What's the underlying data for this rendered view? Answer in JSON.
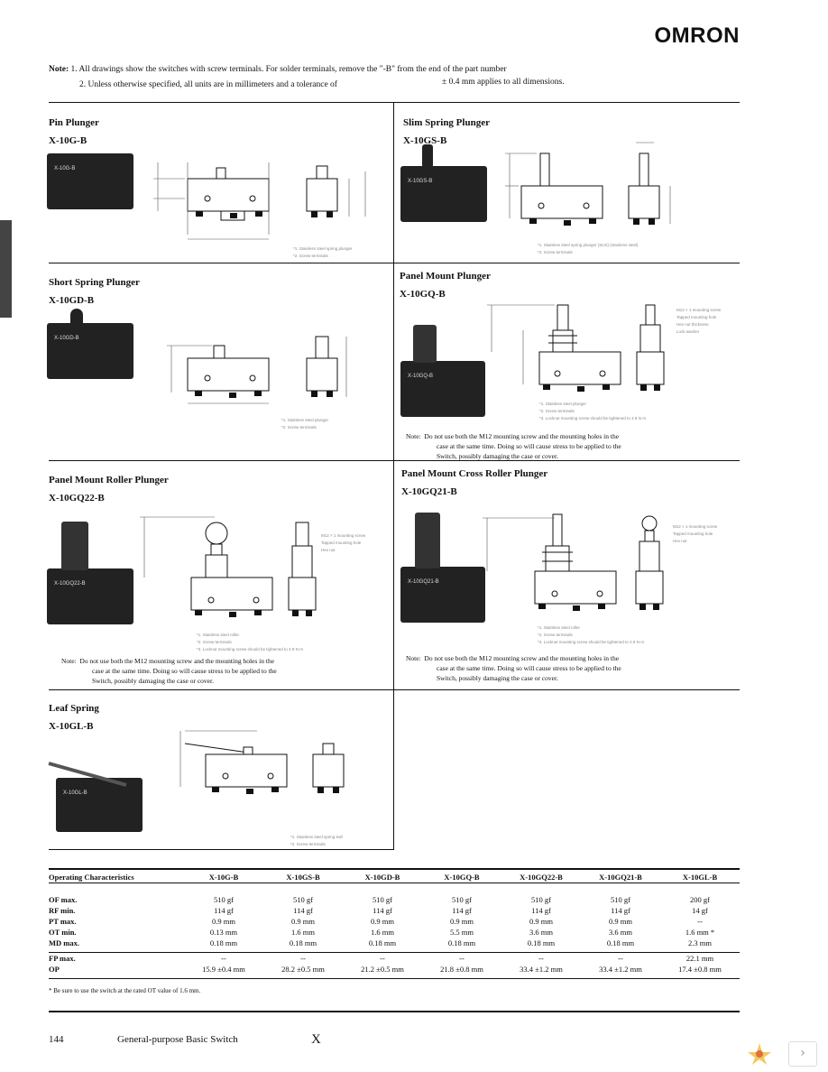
{
  "brand": "OMRON",
  "notes": {
    "label": "Note:",
    "line1": "1. All drawings show the switches with screw terminals. For solder terminals, remove the \"-B\" from the end of the part number",
    "line2a": "2. Unless otherwise specified, all units are in millimeters and a tolerance of",
    "line2b": "± 0.4 mm applies to all dimensions."
  },
  "sections": [
    {
      "title": "Pin Plunger",
      "part": "X-10G-B",
      "photo_label": "X-10G-B",
      "footnotes": [
        "*1. Stainless steel spring plunger",
        "*2. Screw terminals"
      ]
    },
    {
      "title": "Slim Spring Plunger",
      "part": "X-10GS-B",
      "photo_label": "X-10GS-B",
      "footnotes": [
        "*1. Stainless steel spring plunger (SUS) (stainless steel)",
        "*2. Screw terminals"
      ]
    },
    {
      "title": "Short Spring Plunger",
      "part": "X-10GD-B",
      "photo_label": "X-10GD-B",
      "footnotes": [
        "*1. Stainless steel plunger",
        "*2. Screw terminals"
      ]
    },
    {
      "title": "Panel Mount Plunger",
      "part": "X-10GQ-B",
      "photo_label": "X-10GQ-B",
      "footnotes": [
        "*1. Stainless steel plunger",
        "*2. Screw terminals",
        "*3. Locknut mounting screw should be tightened to 4.9 N·m"
      ]
    },
    {
      "title": "Panel Mount Roller Plunger",
      "part": "X-10GQ22-B",
      "photo_label": "X-10GQ22-B",
      "footnotes": [
        "*1. Stainless steel roller",
        "*2. Screw terminals",
        "*3. Locknut mounting screw should be tightened to 4.9 N·m"
      ]
    },
    {
      "title": "Panel Mount Cross Roller Plunger",
      "part": "X-10GQ21-B",
      "photo_label": "X-10GQ21-B",
      "footnotes": [
        "*1. Stainless steel roller",
        "*2. Screw terminals",
        "*3. Locknut mounting screw should be tightened to 4.9 N·m"
      ]
    },
    {
      "title": "Leaf Spring",
      "part": "X-10GL-B",
      "photo_label": "X-10GL-B",
      "footnotes": [
        "*1. Stainless steel spring leaf",
        "*2. Screw terminals"
      ]
    }
  ],
  "warning": {
    "label": "Note:",
    "line1": "Do not use both the M12 mounting screw and the mounting holes in the",
    "line2": "case at the same time. Doing so will cause stress to be applied to the",
    "line3": "Switch, possibly damaging the case or cover."
  },
  "table": {
    "headers": [
      "Operating Characteristics",
      "X-10G-B",
      "X-10GS-B",
      "X-10GD-B",
      "X-10GQ-B",
      "X-10GQ22-B",
      "X-10GQ21-B",
      "X-10GL-B"
    ],
    "rows": [
      {
        "label": "OF max.",
        "values": [
          "510 gf",
          "510 gf",
          "510 gf",
          "510 gf",
          "510 gf",
          "510 gf",
          "200 gf"
        ]
      },
      {
        "label": "RF min.",
        "values": [
          "114 gf",
          "114 gf",
          "114 gf",
          "114 gf",
          "114 gf",
          "114 gf",
          "14 gf"
        ]
      },
      {
        "label": "PT max.",
        "values": [
          "0.9 mm",
          "0.9 mm",
          "0.9 mm",
          "0.9 mm",
          "0.9 mm",
          "0.9 mm",
          "--"
        ]
      },
      {
        "label": "OT min.",
        "values": [
          "0.13 mm",
          "1.6 mm",
          "1.6 mm",
          "5.5 mm",
          "3.6 mm",
          "3.6 mm",
          "1.6 mm *"
        ]
      },
      {
        "label": "MD max.",
        "values": [
          "0.18 mm",
          "0.18 mm",
          "0.18 mm",
          "0.18 mm",
          "0.18 mm",
          "0.18 mm",
          "2.3 mm"
        ]
      },
      {
        "label": "FP max.",
        "values": [
          "--",
          "--",
          "--",
          "--",
          "--",
          "--",
          "22.1 mm"
        ]
      },
      {
        "label": "OP",
        "values": [
          "15.9 ±0.4 mm",
          "28.2 ±0.5 mm",
          "21.2 ±0.5 mm",
          "21.8 ±0.8 mm",
          "33.4 ±1.2 mm",
          "33.4 ±1.2 mm",
          "17.4 ±0.8 mm"
        ]
      }
    ],
    "footnote": "* Be sure to use the switch at the rated OT value of 1.6 mm."
  },
  "footer": {
    "page": "144",
    "title": "General-purpose Basic Switch",
    "series": "X"
  }
}
